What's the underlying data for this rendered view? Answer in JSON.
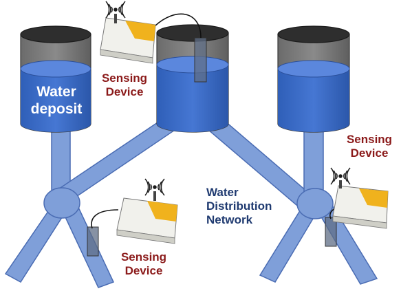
{
  "labels": {
    "water_deposit": [
      "Water",
      "deposit"
    ],
    "network": [
      "Water",
      "Distribution",
      "Network"
    ],
    "sensing_device": [
      "Sensing",
      "Device"
    ]
  },
  "colors": {
    "water": "#3b6bc9",
    "pipe": "#7f9fd9",
    "pipe_stroke": "#4a6cb3",
    "tank_empty": "#808080",
    "sensor_body": "#f1f1ec",
    "sensor_accent": "#f0b21d",
    "label_red": "#8b1a1a",
    "label_blue": "#1f3a70"
  },
  "icons": [
    "wifi-signal-icon",
    "antenna-icon"
  ]
}
